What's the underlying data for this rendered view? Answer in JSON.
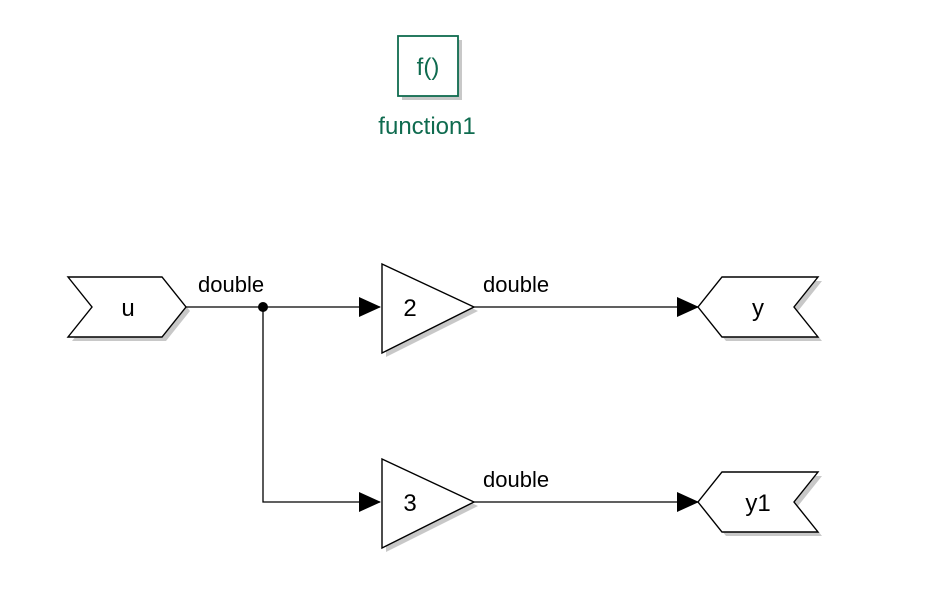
{
  "colors": {
    "function_block": "#0f6b4f",
    "block_stroke": "#000000",
    "shadow": "#c8c8c8",
    "line": "#000000"
  },
  "function_block": {
    "symbol": "f()",
    "name": "function1"
  },
  "inport": {
    "label": "u"
  },
  "gains": [
    {
      "value": "2"
    },
    {
      "value": "3"
    }
  ],
  "outports": [
    {
      "label": "y"
    },
    {
      "label": "y1"
    }
  ],
  "signals": {
    "input": "double",
    "gain1_out": "double",
    "gain2_out": "double"
  }
}
